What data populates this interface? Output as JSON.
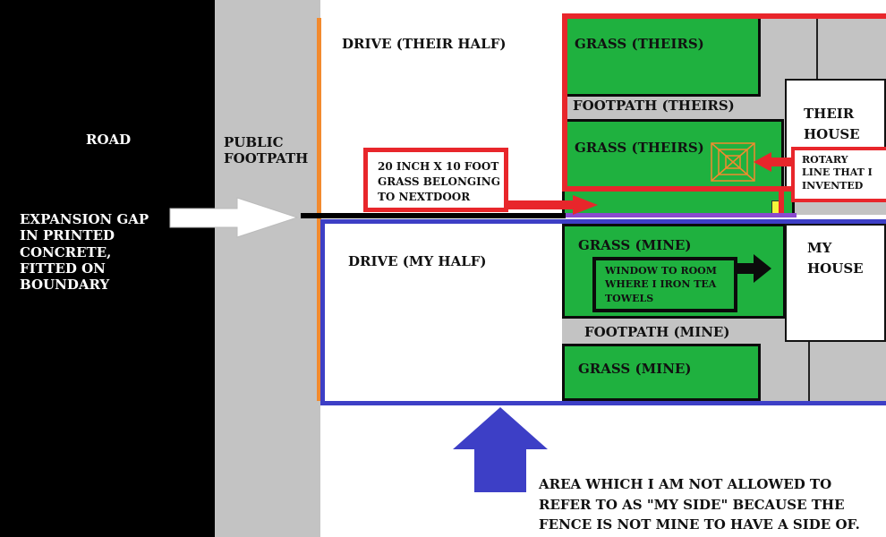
{
  "colors": {
    "road": "#000000",
    "footpath": "#c3c3c3",
    "grass": "#1fb13f",
    "theirs_outline": "#e8262b",
    "mine_outline": "#3d3fc6",
    "fence": "#f28a2e",
    "arrow_blue": "#3d3fc6",
    "arrow_white": "#ffffff"
  },
  "labels": {
    "road": "ROAD",
    "public_footpath": "PUBLIC\nFOOTPATH",
    "expansion_gap": "EXPANSION GAP\nIN PRINTED\nCONCRETE,\nFITTED ON\nBOUNDARY",
    "drive_theirs": "DRIVE (THEIR HALF)",
    "drive_mine": "DRIVE (MY HALF)",
    "grass_theirs_top": "GRASS (THEIRS)",
    "footpath_theirs": "FOOTPATH (THEIRS)",
    "grass_theirs_mid": "GRASS (THEIRS)",
    "their_house": "THEIR\nHOUSE",
    "rotary_line": "ROTARY\nLINE  THAT I\nINVENTED",
    "grass_strip_note": "20 INCH X 10 FOOT\nGRASS BELONGING\nTO NEXTDOOR",
    "grass_mine_top": "GRASS (MINE)",
    "window_note": "WINDOW TO ROOM\nWHERE I IRON TEA\nTOWELS",
    "my_house": "MY\nHOUSE",
    "footpath_mine": "FOOTPATH (MINE)",
    "grass_mine_bottom": "GRASS (MINE)",
    "area_note": "AREA WHICH I AM NOT ALLOWED TO\nREFER TO AS \"MY SIDE\" BECAUSE THE\nFENCE IS NOT MINE TO HAVE A SIDE OF."
  }
}
